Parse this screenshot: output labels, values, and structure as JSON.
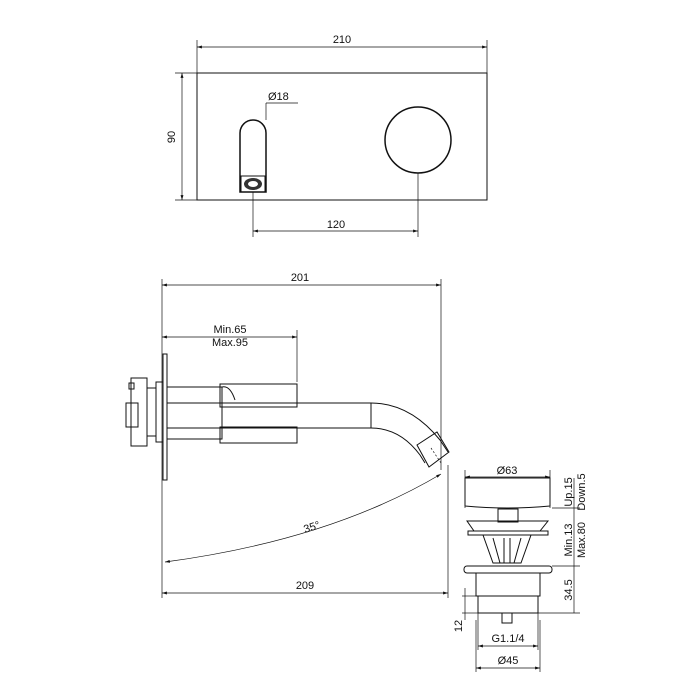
{
  "top_view": {
    "width_dim": "210",
    "height_dim": "90",
    "lever_diameter": "Ø18",
    "centers_dim": "120"
  },
  "side_view": {
    "depth_dim": "201",
    "min_depth": "Min.65",
    "max_depth": "Max.95",
    "swivel_angle": "35°",
    "swivel_reach": "209"
  },
  "drain_view": {
    "cap_diameter": "Ø63",
    "lift_up": "Up.15",
    "lift_down": "Down.5",
    "min_height": "Min.13",
    "max_height": "Max.80",
    "body_height": "34.5",
    "thread_length": "12",
    "thread": "G1.1/4",
    "body_diameter": "Ø45"
  }
}
